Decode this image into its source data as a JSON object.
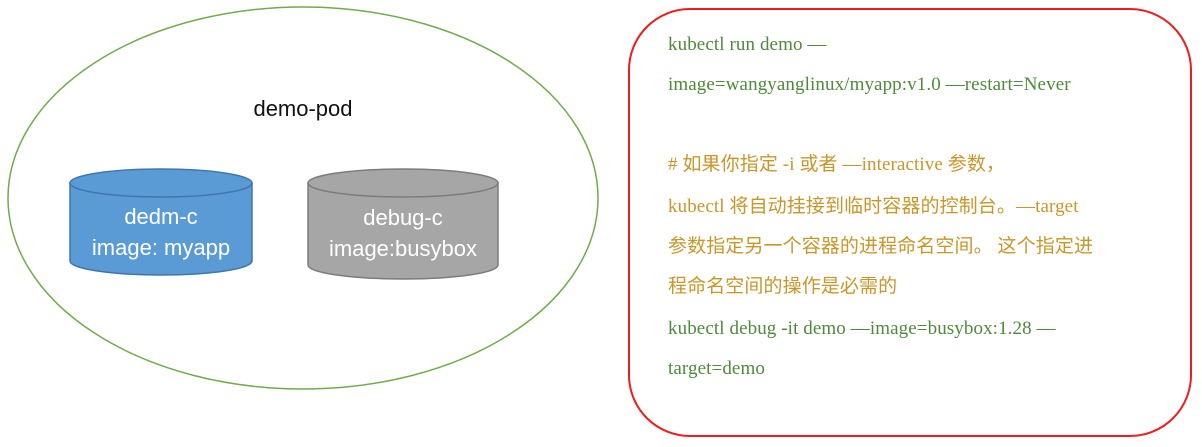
{
  "colors": {
    "pod_outline": "#72ab4c",
    "app_container_fill": "#5b9bd5",
    "app_container_top": "#5b9bd5",
    "app_container_edge": "#3f77ad",
    "debug_container_fill": "#a6a6a6",
    "debug_container_top": "#a6a6a6",
    "debug_container_edge": "#7c7c7c",
    "command_border": "#ee1c1c",
    "command_text": "#4e8a3a",
    "comment_text": "#c8962a"
  },
  "pod": {
    "label": "demo-pod"
  },
  "containers": {
    "app": {
      "name": "dedm-c",
      "image": "image: myapp"
    },
    "debug": {
      "name": "debug-c",
      "image": "image:busybox"
    }
  },
  "commands": {
    "run_line1": "kubectl run demo —",
    "run_line2": "image=wangyanglinux/myapp:v1.0 —restart=Never",
    "comment_line1": "# 如果你指定 -i 或者 —interactive 参数，",
    "comment_line2": "kubectl 将自动挂接到临时容器的控制台。—target",
    "comment_line3": "参数指定另一个容器的进程命名空间。 这个指定进",
    "comment_line4": "程命名空间的操作是必需的",
    "debug_line1": "kubectl debug -it demo —image=busybox:1.28 —",
    "debug_line2": "target=demo"
  }
}
